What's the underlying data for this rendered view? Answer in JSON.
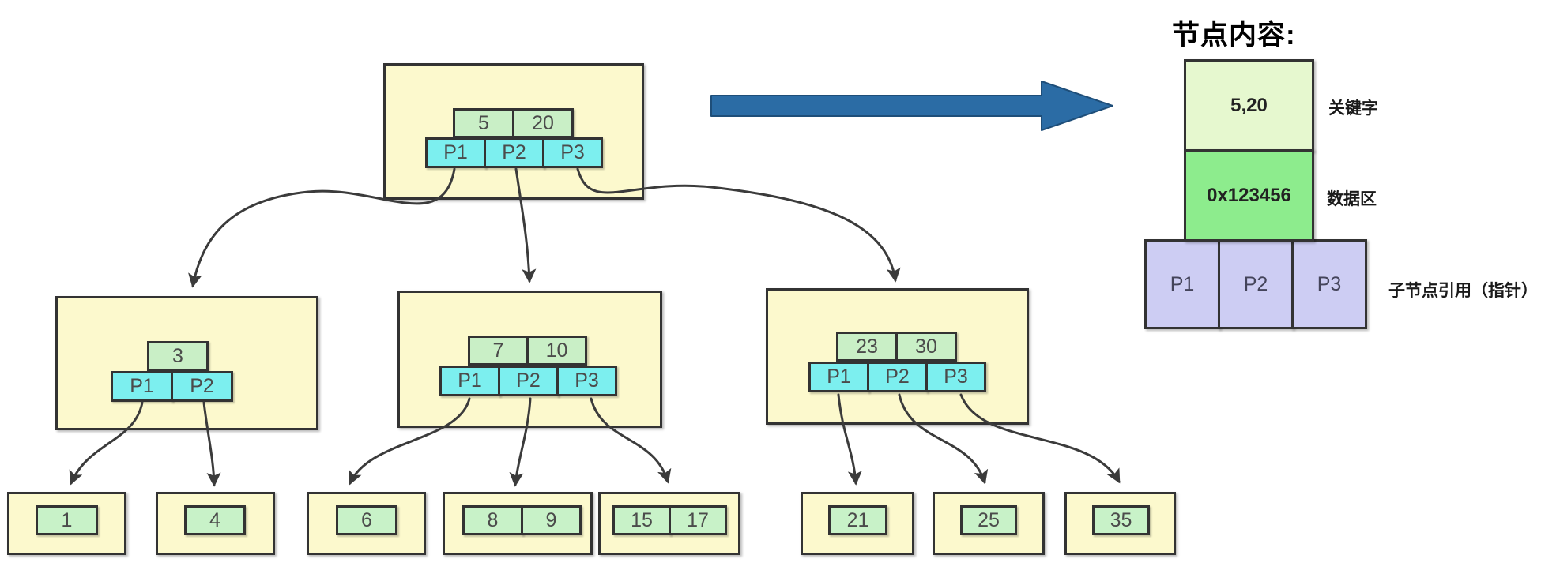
{
  "tree": {
    "root": {
      "keys": [
        "5",
        "20"
      ],
      "pointers": [
        "P1",
        "P2",
        "P3"
      ]
    },
    "children": [
      {
        "keys": [
          "3"
        ],
        "pointers": [
          "P1",
          "P2"
        ]
      },
      {
        "keys": [
          "7",
          "10"
        ],
        "pointers": [
          "P1",
          "P2",
          "P3"
        ]
      },
      {
        "keys": [
          "23",
          "30"
        ],
        "pointers": [
          "P1",
          "P2",
          "P3"
        ]
      }
    ],
    "leaves": [
      [
        "1"
      ],
      [
        "4"
      ],
      [
        "6"
      ],
      [
        "8",
        "9"
      ],
      [
        "15",
        "17"
      ],
      [
        "21"
      ],
      [
        "25"
      ],
      [
        "35"
      ]
    ]
  },
  "legend": {
    "title": "节点内容:",
    "key_value": "5,20",
    "key_label": "关键字",
    "data_value": "0x123456",
    "data_label": "数据区",
    "pointer_values": [
      "P1",
      "P2",
      "P3"
    ],
    "pointer_label": "子节点引用（指针）"
  },
  "colors": {
    "node_fill": "#FCF9CD",
    "key_cell_fill": "#C9EFC6",
    "pointer_cell_fill": "#7CEFEF",
    "leaf_cell_fill": "#C8F2C8",
    "legend_key_fill": "#E6F8CF",
    "legend_data_fill": "#8DEC8D",
    "legend_pointer_fill": "#CDCDF3",
    "border": "#333333",
    "connector": "#3B3B3B",
    "big_arrow": "#2B6CA5"
  }
}
